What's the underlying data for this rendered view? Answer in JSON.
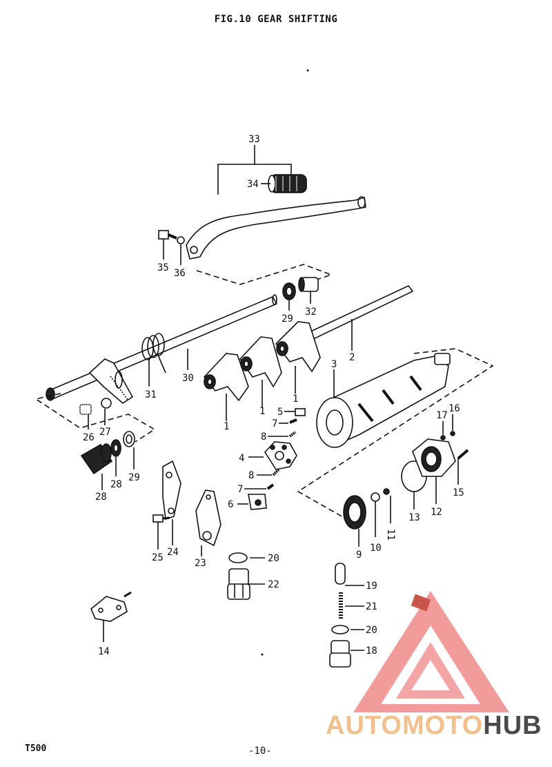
{
  "figure": {
    "title": "FIG.10  GEAR SHIFTING",
    "model": "T500",
    "page_number": "-10-"
  },
  "part_labels": [
    {
      "num": "1"
    },
    {
      "num": "1"
    },
    {
      "num": "1"
    },
    {
      "num": "2"
    },
    {
      "num": "3"
    },
    {
      "num": "4"
    },
    {
      "num": "5"
    },
    {
      "num": "6"
    },
    {
      "num": "7"
    },
    {
      "num": "7"
    },
    {
      "num": "8"
    },
    {
      "num": "8"
    },
    {
      "num": "9"
    },
    {
      "num": "10"
    },
    {
      "num": "11"
    },
    {
      "num": "12"
    },
    {
      "num": "13"
    },
    {
      "num": "14"
    },
    {
      "num": "15"
    },
    {
      "num": "16"
    },
    {
      "num": "17"
    },
    {
      "num": "18"
    },
    {
      "num": "19"
    },
    {
      "num": "20"
    },
    {
      "num": "20"
    },
    {
      "num": "21"
    },
    {
      "num": "22"
    },
    {
      "num": "23"
    },
    {
      "num": "24"
    },
    {
      "num": "25"
    },
    {
      "num": "26"
    },
    {
      "num": "27"
    },
    {
      "num": "28"
    },
    {
      "num": "28"
    },
    {
      "num": "29"
    },
    {
      "num": "29"
    },
    {
      "num": "30"
    },
    {
      "num": "31"
    },
    {
      "num": "32"
    },
    {
      "num": "33"
    },
    {
      "num": "34"
    },
    {
      "num": "35"
    },
    {
      "num": "36"
    }
  ],
  "watermark": {
    "part1": "AUTOMOTO",
    "part2": "HUB",
    "color_primary": "#f08a8a",
    "color_accent": "#f2c08c",
    "color_dark": "#4a4a4a"
  }
}
